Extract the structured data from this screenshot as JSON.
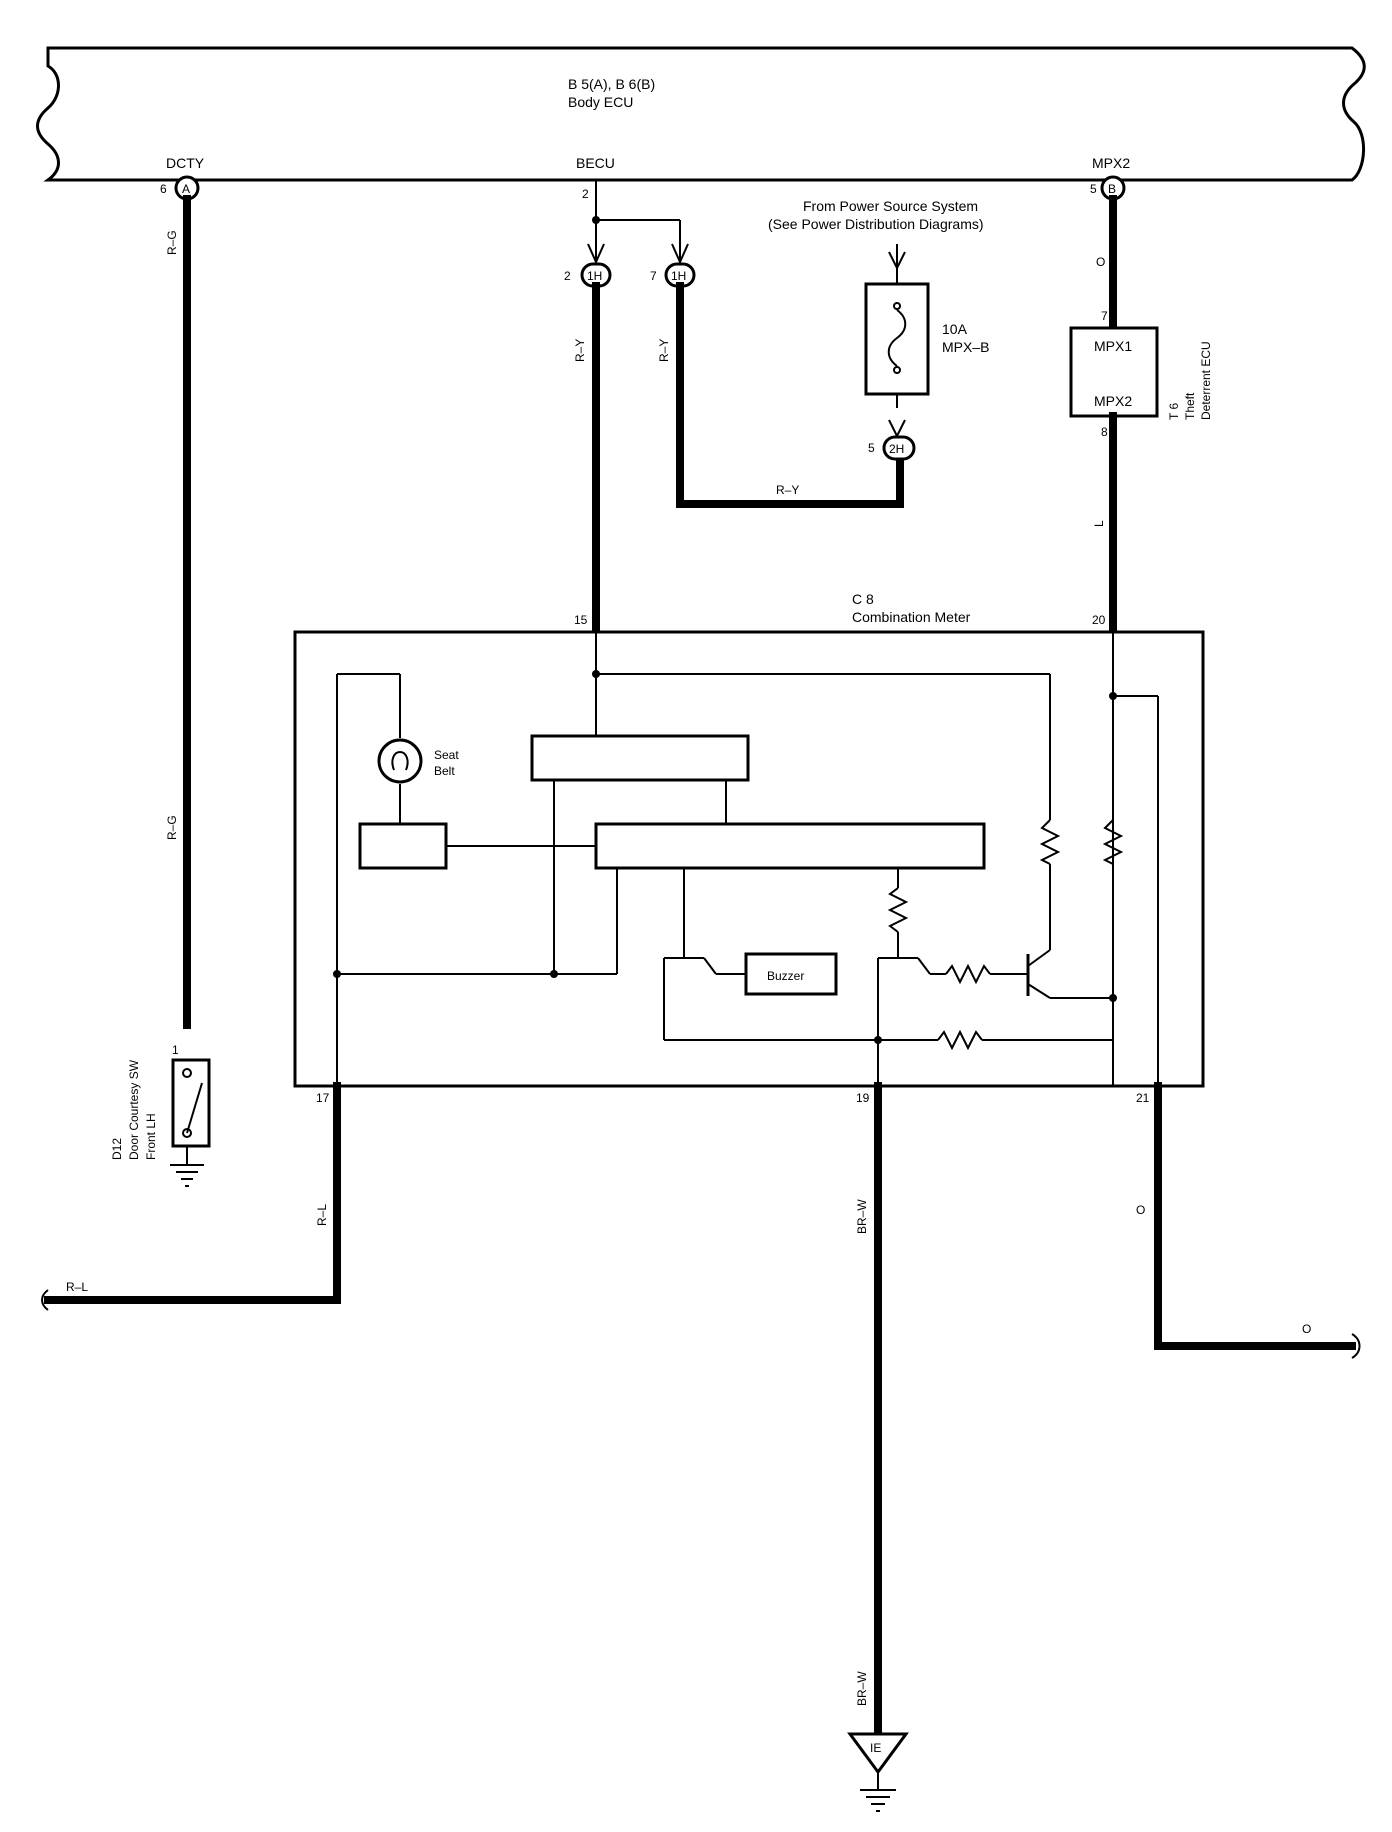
{
  "body_ecu": {
    "connector": "B 5(A), B 6(B)",
    "name": "Body ECU",
    "pin_dcty": "DCTY",
    "pin_becu": "BECU",
    "pin_mpx2": "MPX2",
    "pin_dcty_num": "6",
    "pin_dcty_conn": "A",
    "pin_becu_num": "2",
    "pin_mpx2_num": "5",
    "pin_mpx2_conn": "B"
  },
  "power": {
    "source_line1": "From Power Source System",
    "source_line2": "(See Power Distribution Diagrams)",
    "fuse_rating": "10A",
    "fuse_name": "MPX–B",
    "j1_pin_a": "2",
    "j1_pin_b": "7",
    "j1_label": "1H",
    "j2_pin": "5",
    "j2_label": "2H"
  },
  "theft_ecu": {
    "pin_in": "MPX1",
    "pin_out": "MPX2",
    "pin_in_num": "7",
    "pin_out_num": "8",
    "code": "T 6",
    "name_line1": "Theft",
    "name_line2": "Deterrent ECU"
  },
  "meter": {
    "code": "C 8",
    "name": "Combination Meter",
    "pin_15": "15",
    "pin_20": "20",
    "pin_17": "17",
    "pin_19": "19",
    "pin_21": "21",
    "seat_belt_line1": "Seat",
    "seat_belt_line2": "Belt",
    "buzzer": "Buzzer"
  },
  "door_sw": {
    "pin": "1",
    "code": "D12",
    "name_line1": "Door Courtesy SW",
    "name_line2": "Front LH"
  },
  "wires": {
    "rg_top": "R–G",
    "rg_bottom": "R–G",
    "ry_left": "R–Y",
    "ry_mid": "R–Y",
    "ry_horizontal": "R–Y",
    "o_top": "O",
    "l_mid": "L",
    "rl_vertical": "R–L",
    "rl_horizontal": "R–L",
    "brw_top": "BR–W",
    "brw_bottom": "BR–W",
    "o_right": "O",
    "o_horizontal": "O"
  },
  "ground": {
    "label": "IE"
  }
}
